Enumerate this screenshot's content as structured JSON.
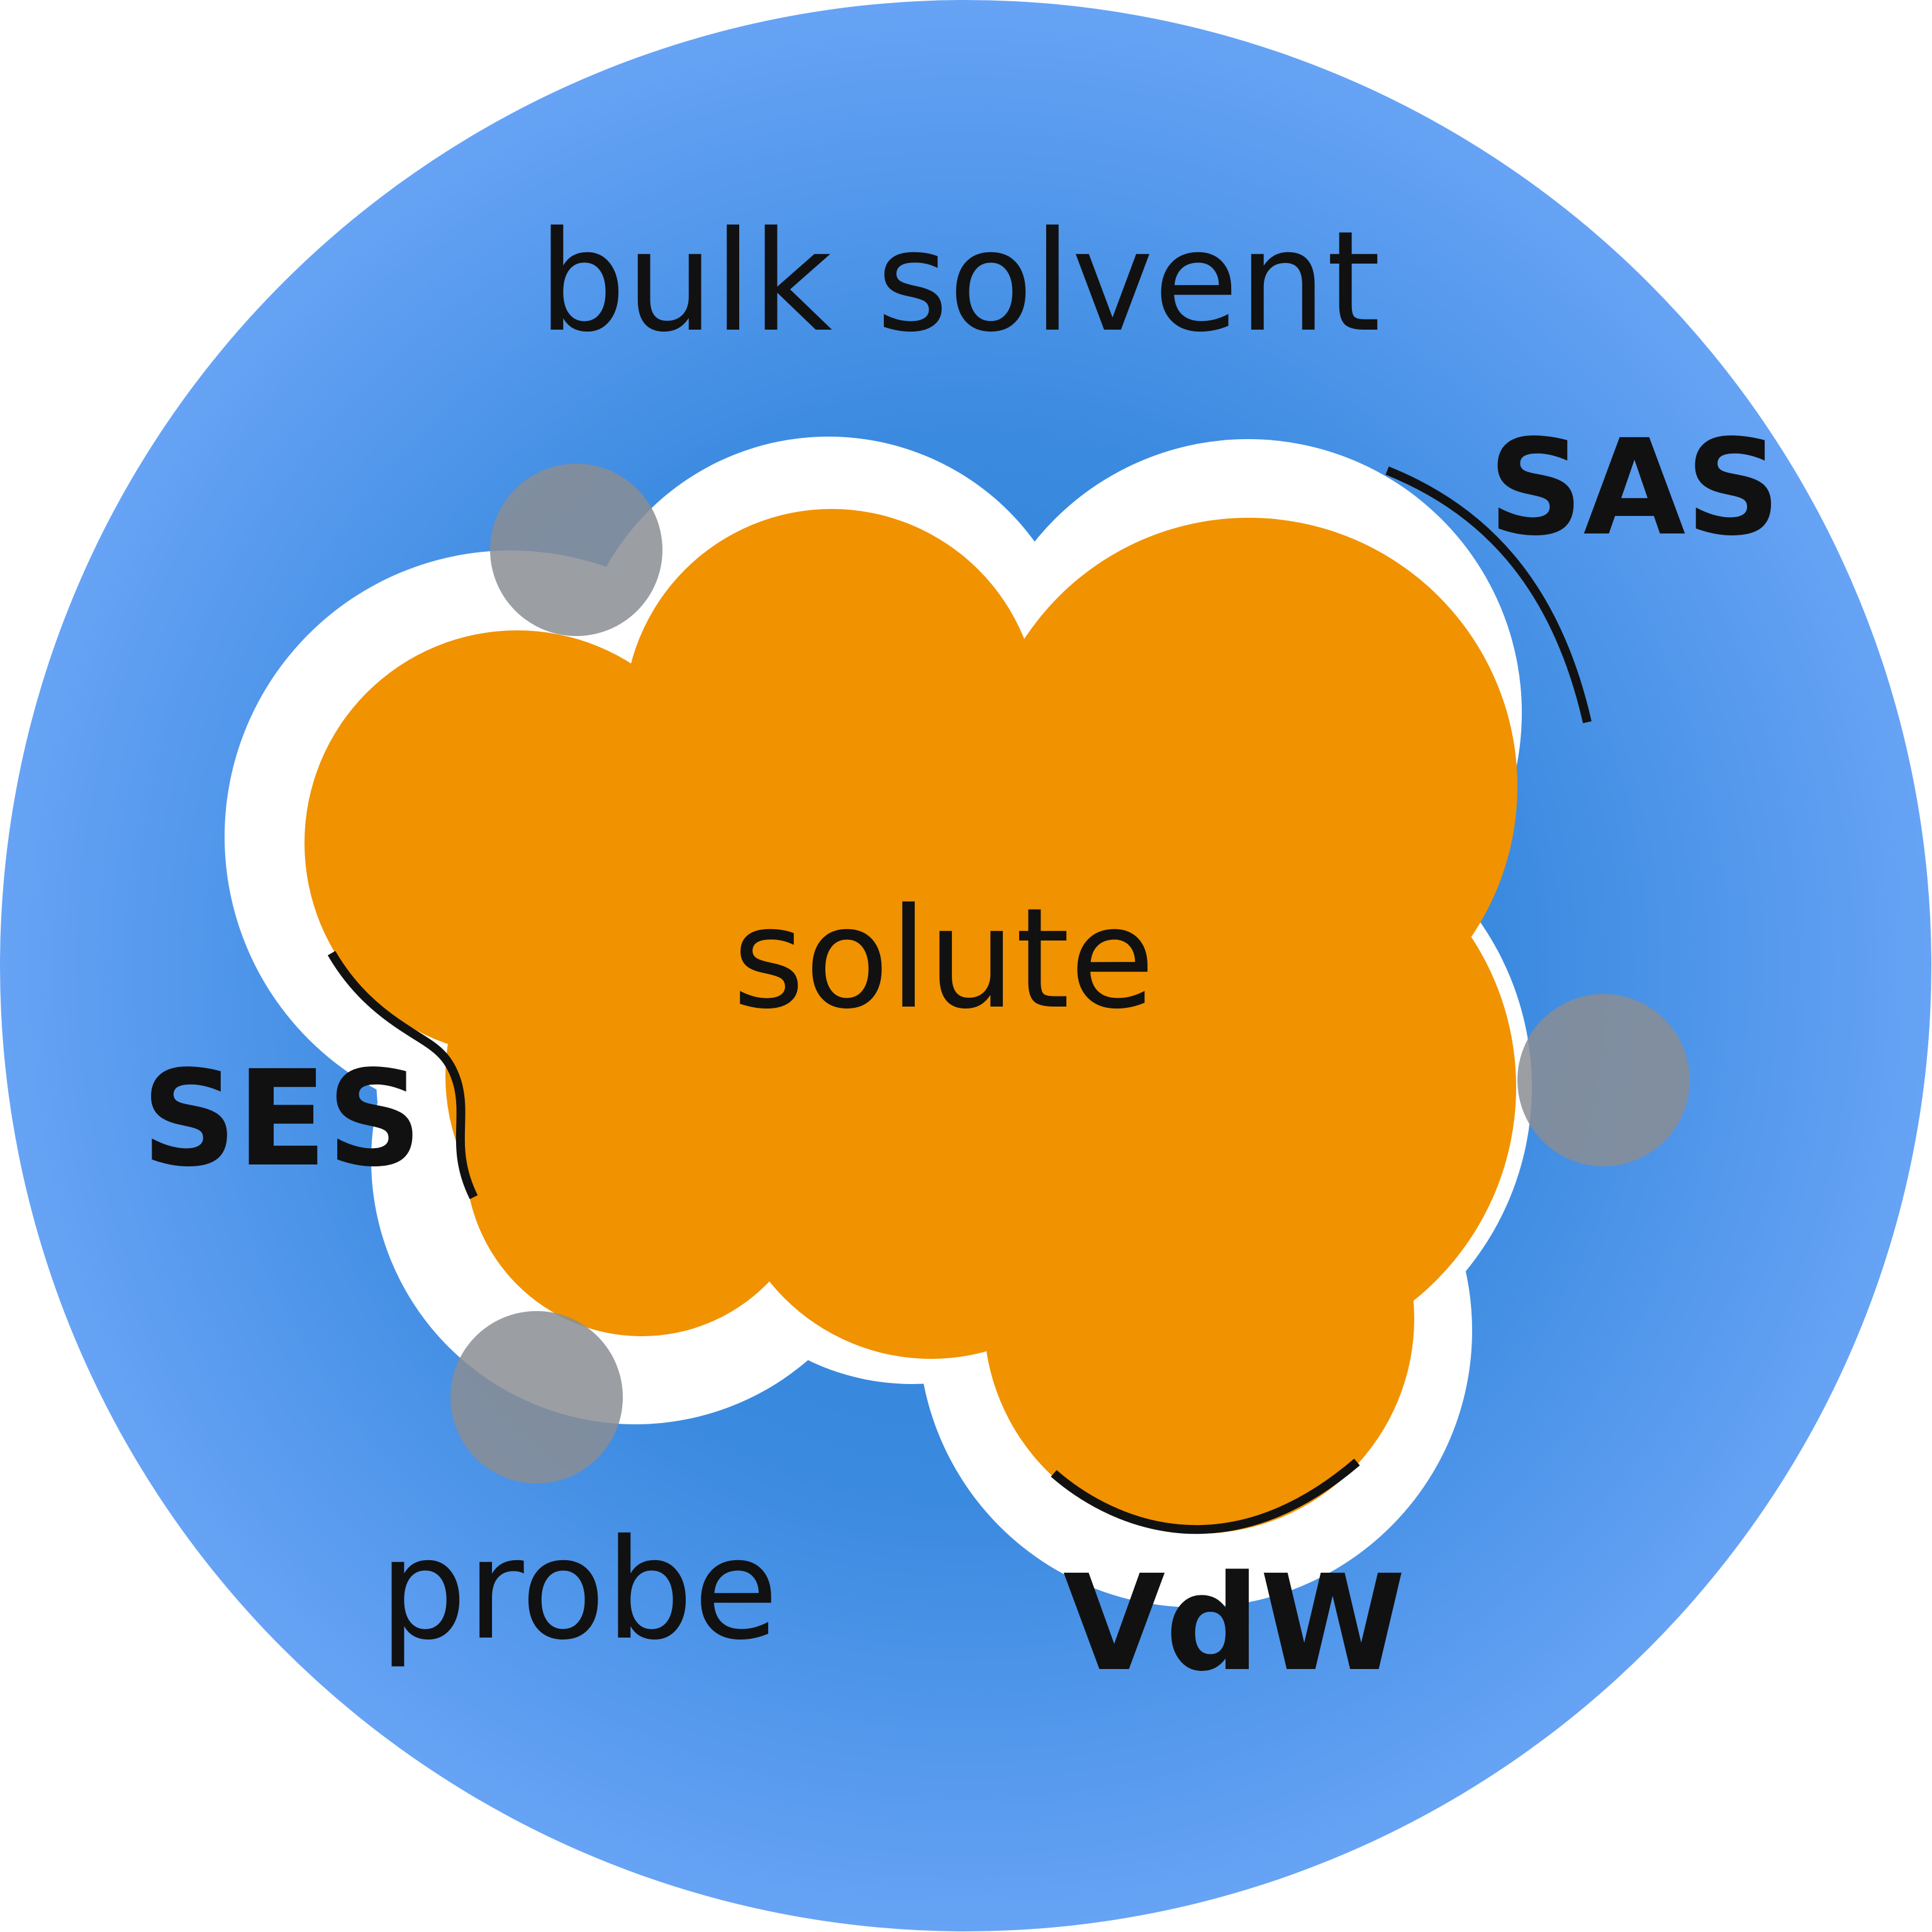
{
  "labels": {
    "bulk_solvent": "bulk solvent",
    "solute": "solute",
    "probe": "probe",
    "sas": "SAS",
    "ses": "SES",
    "vdw": "VdW"
  },
  "colors": {
    "solvent_center": "#2f80d1",
    "solvent_edge": "#66a3f5",
    "solute": "#f19200",
    "sas_band": "#ffffff",
    "probe_fill": "#8a8d93",
    "surface_line": "#111111",
    "text": "#111111"
  }
}
